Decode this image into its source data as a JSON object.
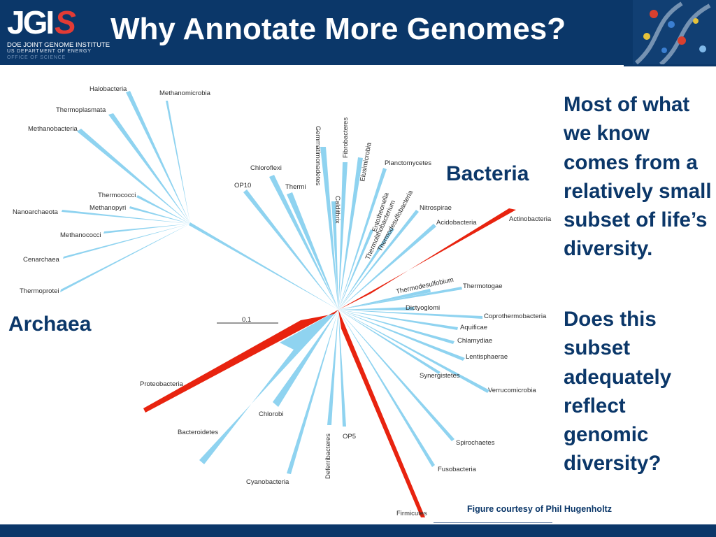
{
  "slide": {
    "title": "Why Annotate More Genomes?",
    "logo": {
      "mark": "JGI",
      "line1": "DOE JOINT GENOME INSTITUTE",
      "line2": "US DEPARTMENT OF ENERGY",
      "line3": "OFFICE OF SCIENCE"
    }
  },
  "colors": {
    "header_bg": "#0b3769",
    "text_blue": "#0b3769",
    "branch_blue": "#8fd3f0",
    "branch_red": "#e8230f"
  },
  "tree": {
    "group_labels": {
      "archaea": "Archaea",
      "bacteria": "Bacteria"
    },
    "scale_label": "0.1",
    "archaea_taxa": [
      "Halobacteria",
      "Methanomicrobia",
      "Thermoplasmata",
      "Methanobacteria",
      "Thermococci",
      "Methanopyri",
      "Nanoarchaeota",
      "Methanococci",
      "Cenarchaea",
      "Thermoprotei"
    ],
    "bacteria_taxa": [
      "Gemmatimonadetes",
      "Chloroflexi",
      "OP10",
      "Thermi",
      "Caldithrix",
      "Fibrobacteres",
      "Elusimicrobia",
      "Planctomycetes",
      "Entotheonella",
      "Thermodesulfobacteria",
      "Thermolithobacterium",
      "Nitrospirae",
      "Acidobacteria",
      "Actinobacteria",
      "Thermodesulfobium",
      "Thermotogae",
      "Dictyoglomi",
      "Coprothermobacteria",
      "Aquificae",
      "Chlamydiae",
      "Lentisphaerae",
      "Synergistetes",
      "Verrucomicrobia",
      "Proteobacteria",
      "Chlorobi",
      "Bacteroidetes",
      "OP5",
      "Deferribacteres",
      "Spirochaetes",
      "Cyanobacteria",
      "Fusobacteria",
      "Firmicutes"
    ],
    "highlighted_taxa": [
      "Actinobacteria",
      "Proteobacteria",
      "Firmicutes"
    ]
  },
  "text": {
    "question1": "Most of what we know comes from a relatively small subset of life’s diversity.",
    "question2": "Does this subset adequately reflect genomic diversity?",
    "credit": "Figure courtesy of Phil Hugenholtz"
  }
}
